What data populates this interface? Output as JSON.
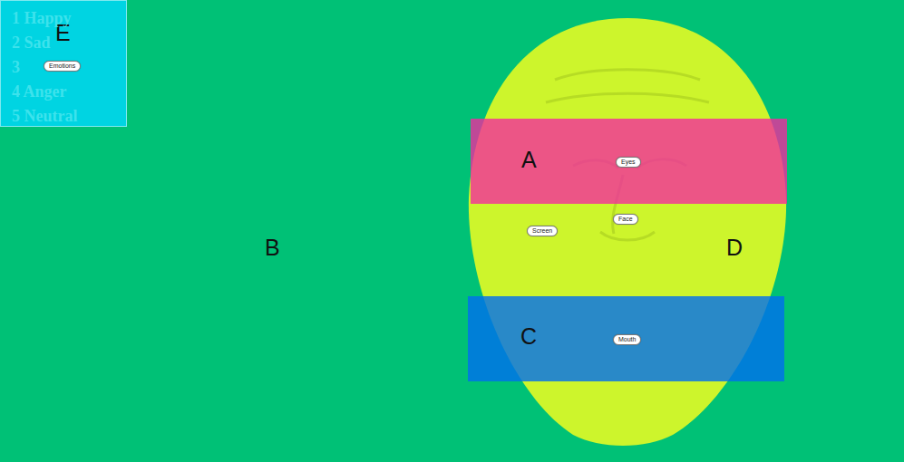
{
  "diagram": {
    "nodes": [
      {
        "text": [
          "B"
        ]
      },
      {
        "text": [
          "E",
          "1 Happy",
          "2 Sad",
          "3",
          "4 Anger",
          "5 Neutral"
        ],
        "in": 0
      },
      {
        "text": [
          "Emotions"
        ],
        "in": 1
      },
      {
        "text": [
          "D"
        ],
        "in": 0
      },
      {
        "text": [
          "A"
        ],
        "in": 3
      },
      {
        "text": [
          "Eyes"
        ],
        "in": 4
      },
      {
        "text": [
          "Face"
        ],
        "in": 3
      },
      {
        "text": [
          "Screen"
        ],
        "in": 3
      },
      {
        "text": [
          "C"
        ],
        "in": 3
      },
      {
        "text": [
          "Mouth"
        ],
        "in": 8
      }
    ]
  }
}
